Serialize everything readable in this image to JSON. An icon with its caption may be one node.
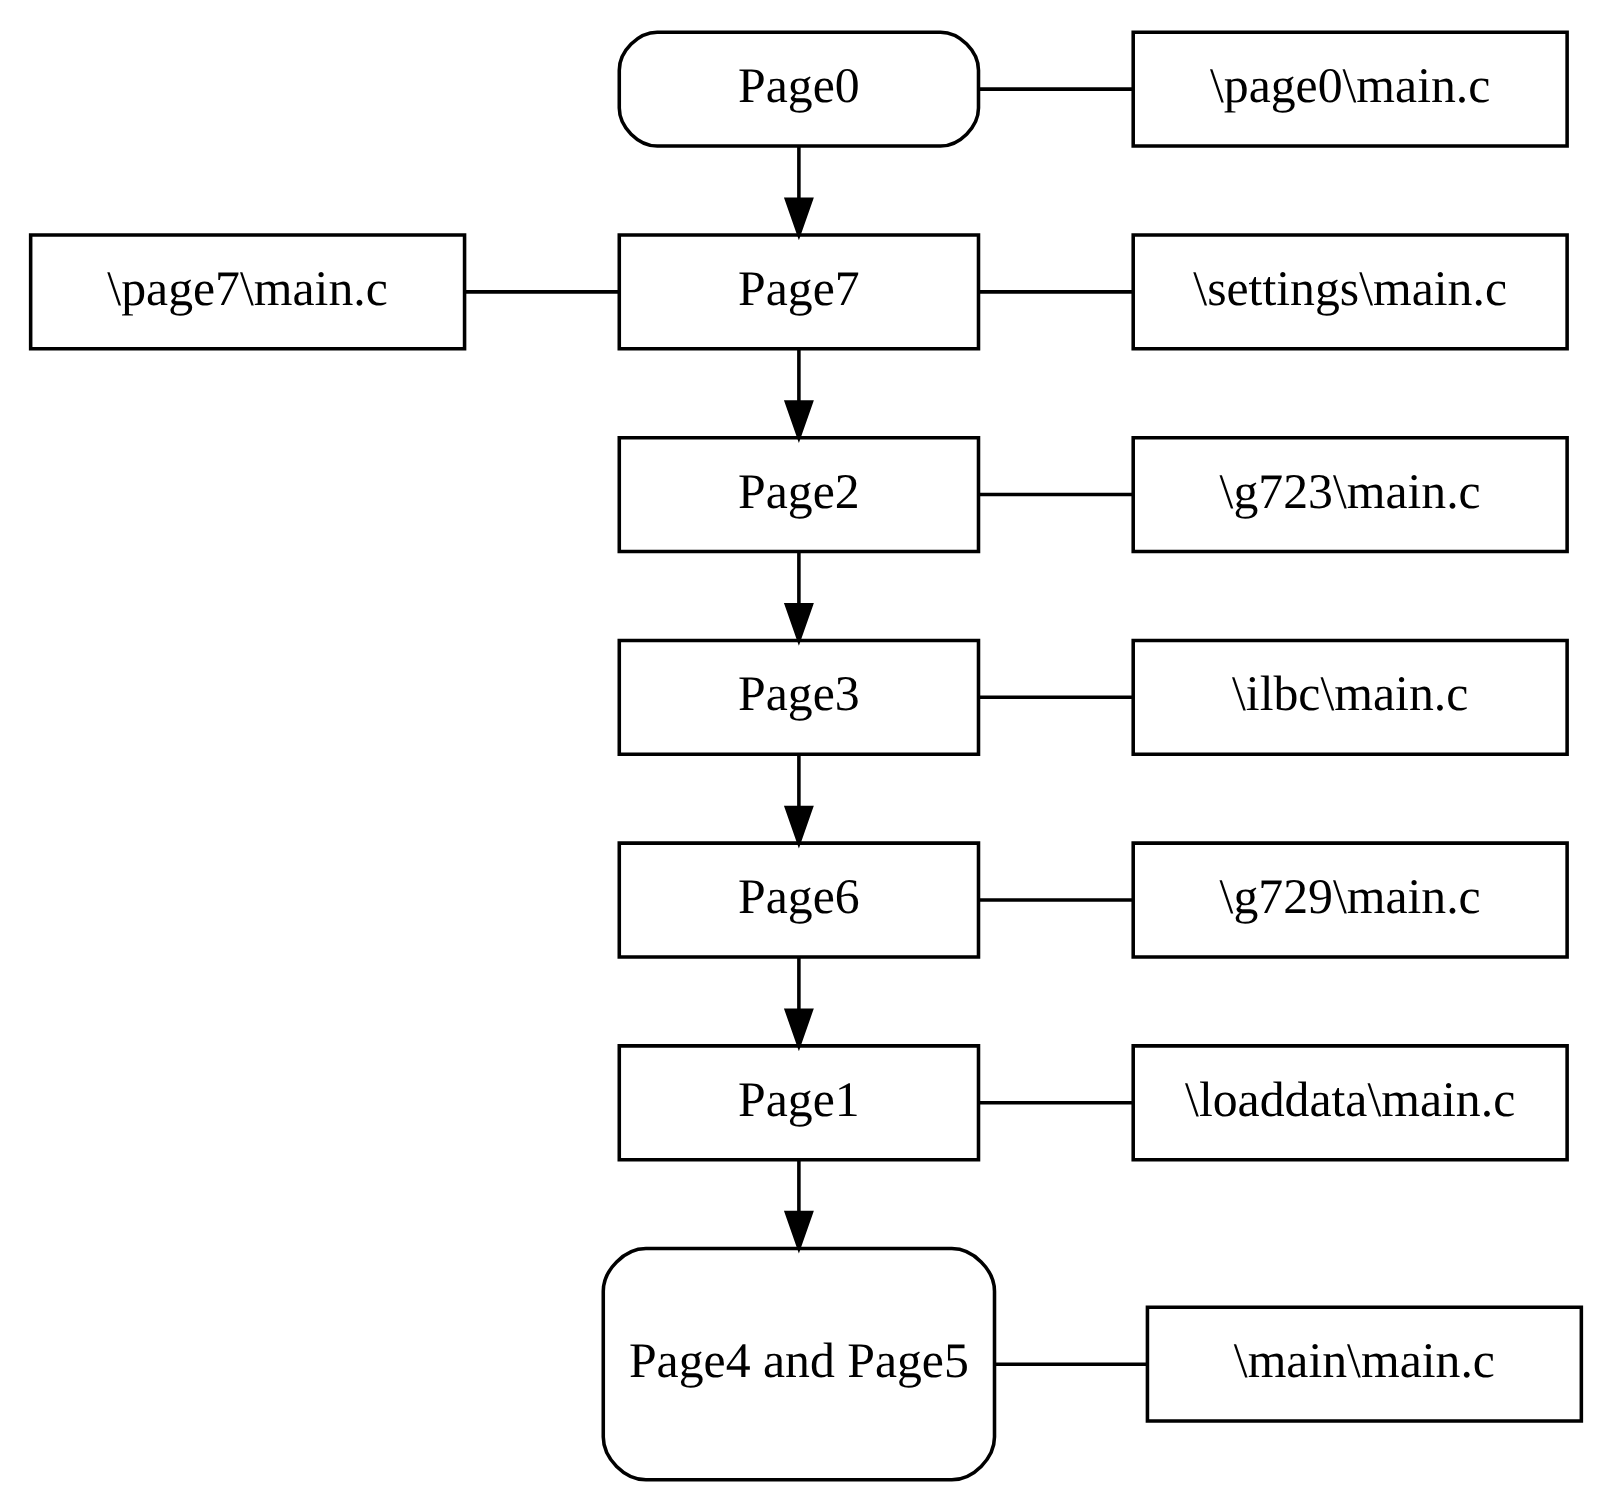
{
  "diagram": {
    "nodes": [
      {
        "text": [
          "Page0"
        ]
      },
      {
        "text": [
          "Page7"
        ]
      },
      {
        "text": [
          "Page2"
        ]
      },
      {
        "text": [
          "Page3"
        ]
      },
      {
        "text": [
          "Page6"
        ]
      },
      {
        "text": [
          "Page1"
        ]
      },
      {
        "text": [
          "Page4 and Page5"
        ]
      },
      {
        "text": [
          "\\page0\\main.c"
        ]
      },
      {
        "text": [
          "\\page7\\main.c"
        ]
      },
      {
        "text": [
          "\\settings\\main.c"
        ]
      },
      {
        "text": [
          "\\g723\\main.c"
        ]
      },
      {
        "text": [
          "\\ilbc\\main.c"
        ]
      },
      {
        "text": [
          "\\g729\\main.c"
        ]
      },
      {
        "text": [
          "\\loaddata\\main.c"
        ]
      },
      {
        "text": [
          "\\main\\main.c"
        ]
      }
    ],
    "edges": [
      {
        "from": 0,
        "to": 1,
        "arrow": "to"
      },
      {
        "from": 1,
        "to": 2,
        "arrow": "to"
      },
      {
        "from": 2,
        "to": 3,
        "arrow": "to"
      },
      {
        "from": 3,
        "to": 4,
        "arrow": "to"
      },
      {
        "from": 4,
        "to": 5,
        "arrow": "to"
      },
      {
        "from": 5,
        "to": 6,
        "arrow": "to"
      },
      {
        "from": 7,
        "to": 0,
        "arrow": "none"
      },
      {
        "from": 8,
        "to": 1,
        "arrow": "none"
      },
      {
        "from": 9,
        "to": 1,
        "arrow": "none"
      },
      {
        "from": 10,
        "to": 2,
        "arrow": "none"
      },
      {
        "from": 11,
        "to": 3,
        "arrow": "none"
      },
      {
        "from": 12,
        "to": 4,
        "arrow": "none"
      },
      {
        "from": 13,
        "to": 5,
        "arrow": "none"
      },
      {
        "from": 14,
        "to": 6,
        "arrow": "none"
      }
    ]
  }
}
